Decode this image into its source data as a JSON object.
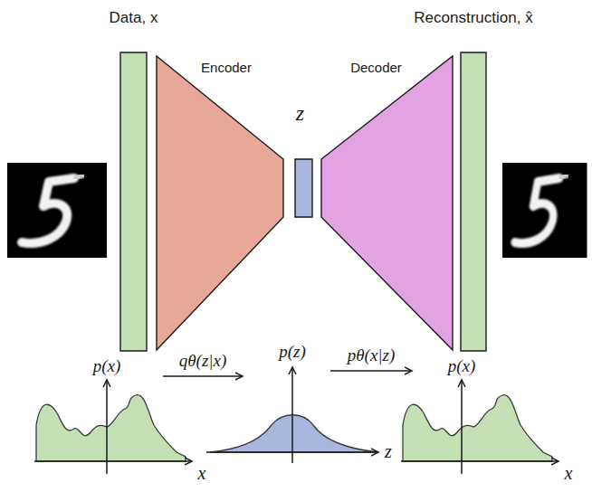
{
  "diagram": {
    "nodes": [
      {
        "text": [
          "Data, x"
        ]
      },
      {
        "text": [
          "Encoder"
        ]
      },
      {
        "text": [
          "z"
        ]
      },
      {
        "text": [
          "Decoder"
        ]
      },
      {
        "text": [
          "Reconstruction, x̂"
        ]
      }
    ],
    "labels": [
      "p(x)",
      "qθ(z|x)",
      "p(z)",
      "pθ(x|z)",
      "p(x)",
      "x",
      "z",
      "x"
    ]
  }
}
